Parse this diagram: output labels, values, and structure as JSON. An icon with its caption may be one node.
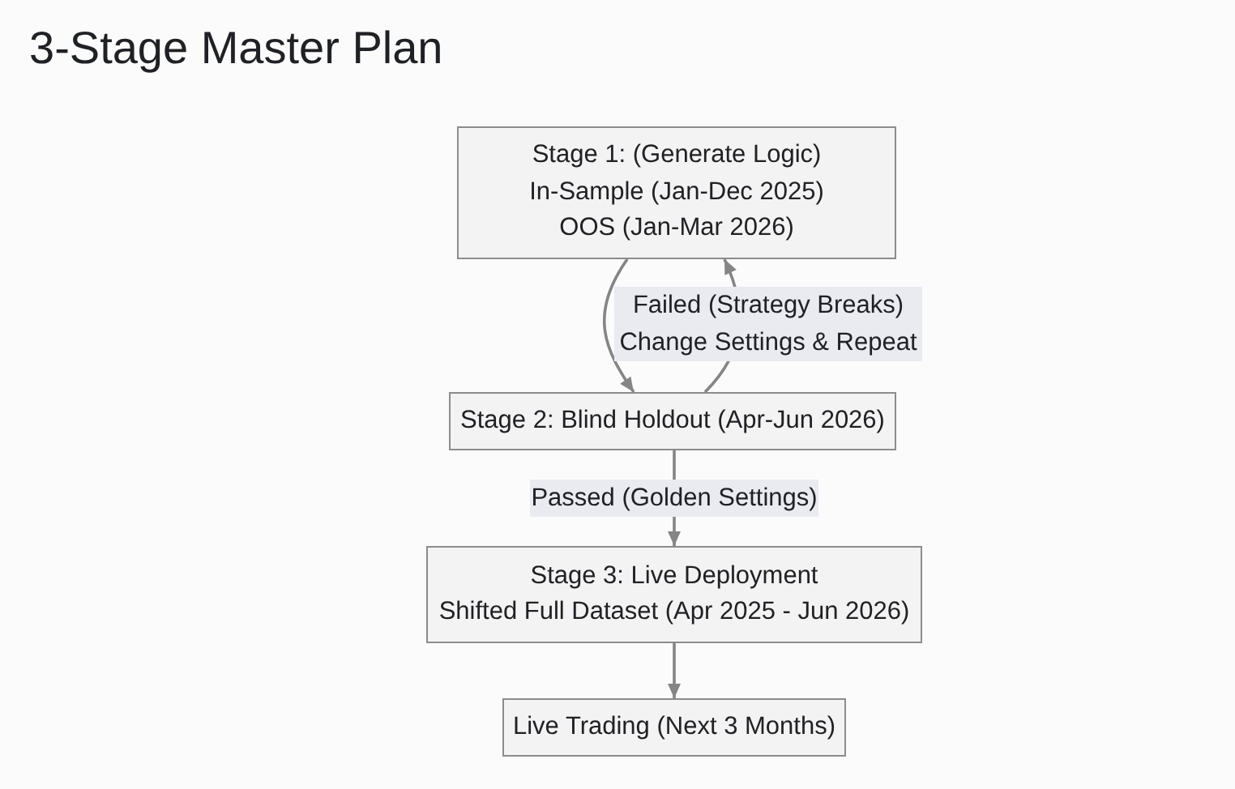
{
  "diagram": {
    "title": "3-Stage Master Plan",
    "nodes": [
      {
        "text": [
          "Stage 1: (Generate Logic)",
          "In-Sample (Jan-Dec 2025)",
          "OOS (Jan-Mar 2026)"
        ]
      },
      {
        "text": [
          "Stage 2: Blind Holdout (Apr-Jun 2026)"
        ]
      },
      {
        "text": [
          "Stage 3: Live Deployment",
          "Shifted Full Dataset (Apr 2025 - Jun 2026)"
        ]
      },
      {
        "text": [
          "Live Trading (Next 3 Months)"
        ]
      }
    ],
    "edges": [
      {
        "from": 0,
        "to": 1,
        "arrow": "to"
      },
      {
        "from": 1,
        "to": 0,
        "arrow": "to",
        "label": "Failed (Strategy Breaks) Change Settings & Repeat"
      },
      {
        "from": 1,
        "to": 2,
        "arrow": "to",
        "label": "Passed (Golden Settings)"
      },
      {
        "from": 2,
        "to": 3,
        "arrow": "to"
      }
    ]
  }
}
